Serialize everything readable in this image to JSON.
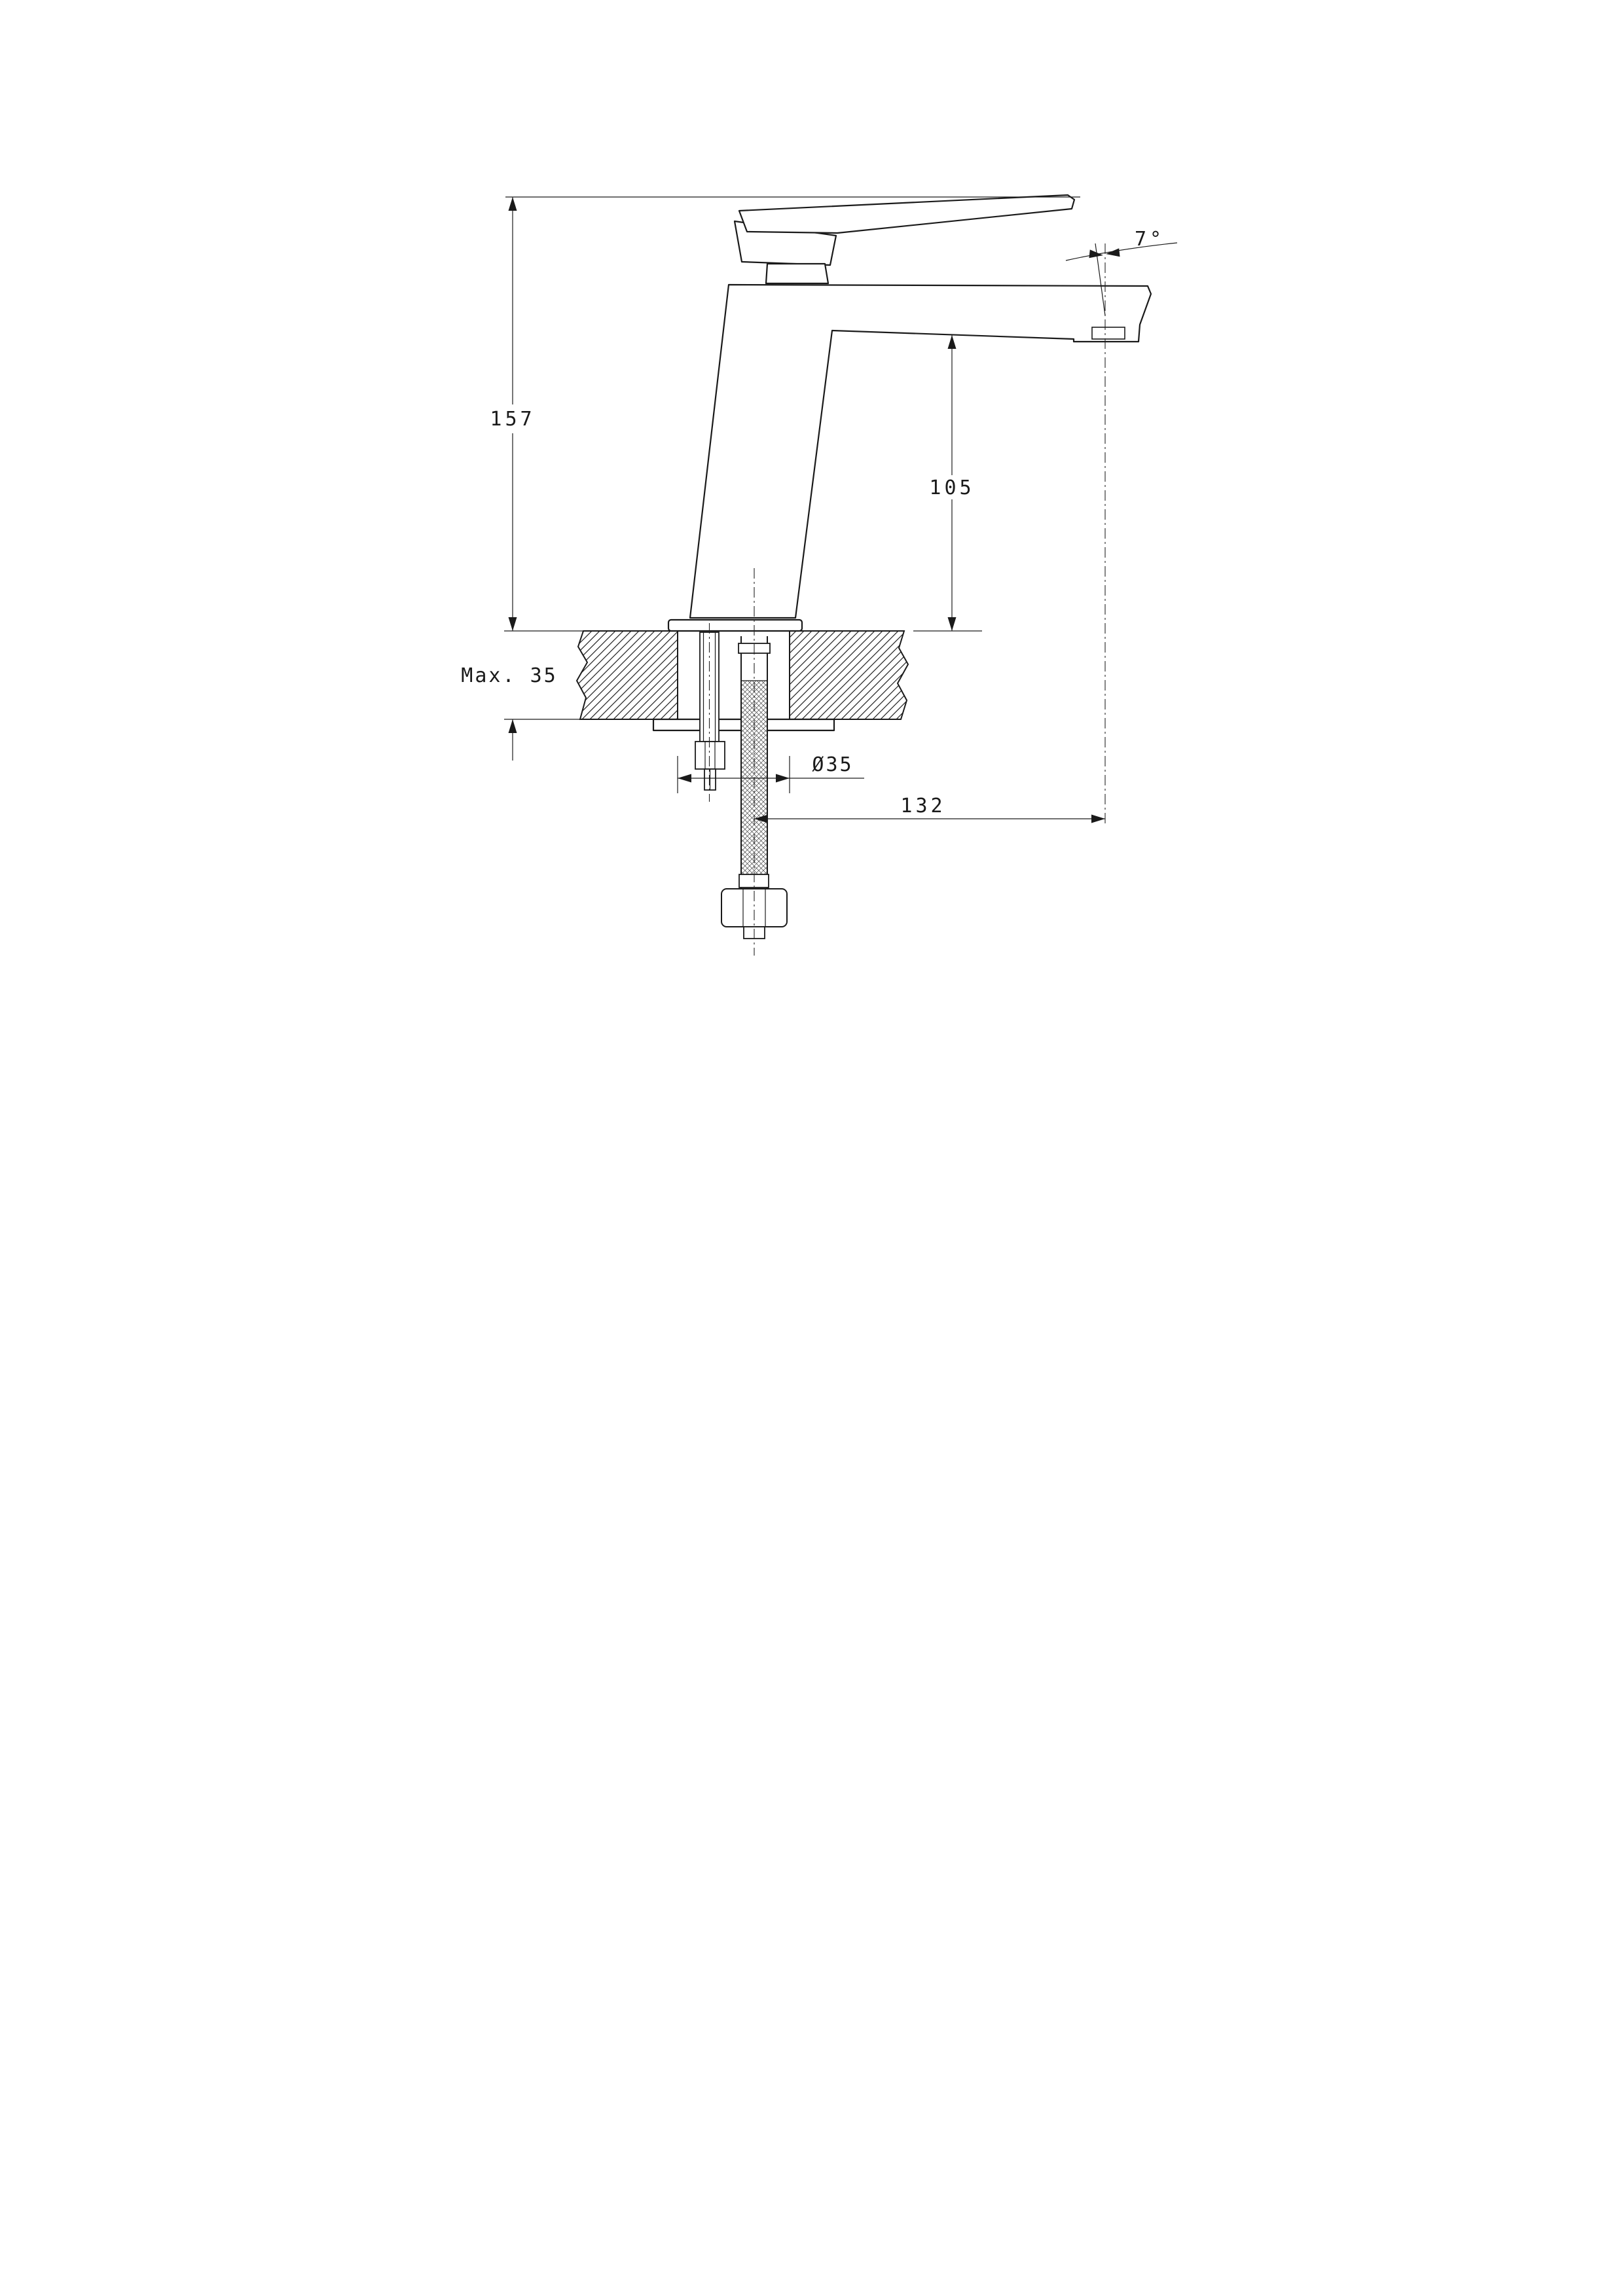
{
  "document": {
    "type": "technical-drawing",
    "subject": "single-lever basin mixer faucet, side elevation with installation dimensions",
    "background": "#ffffff",
    "line_color": "#1a1a1a"
  },
  "drawing": {
    "labels": {
      "overall_height": "157",
      "spout_height": "105",
      "max_thickness": "Max. 35",
      "hole_diameter": "Ø35",
      "spout_reach": "132",
      "spout_angle": "7°"
    }
  }
}
